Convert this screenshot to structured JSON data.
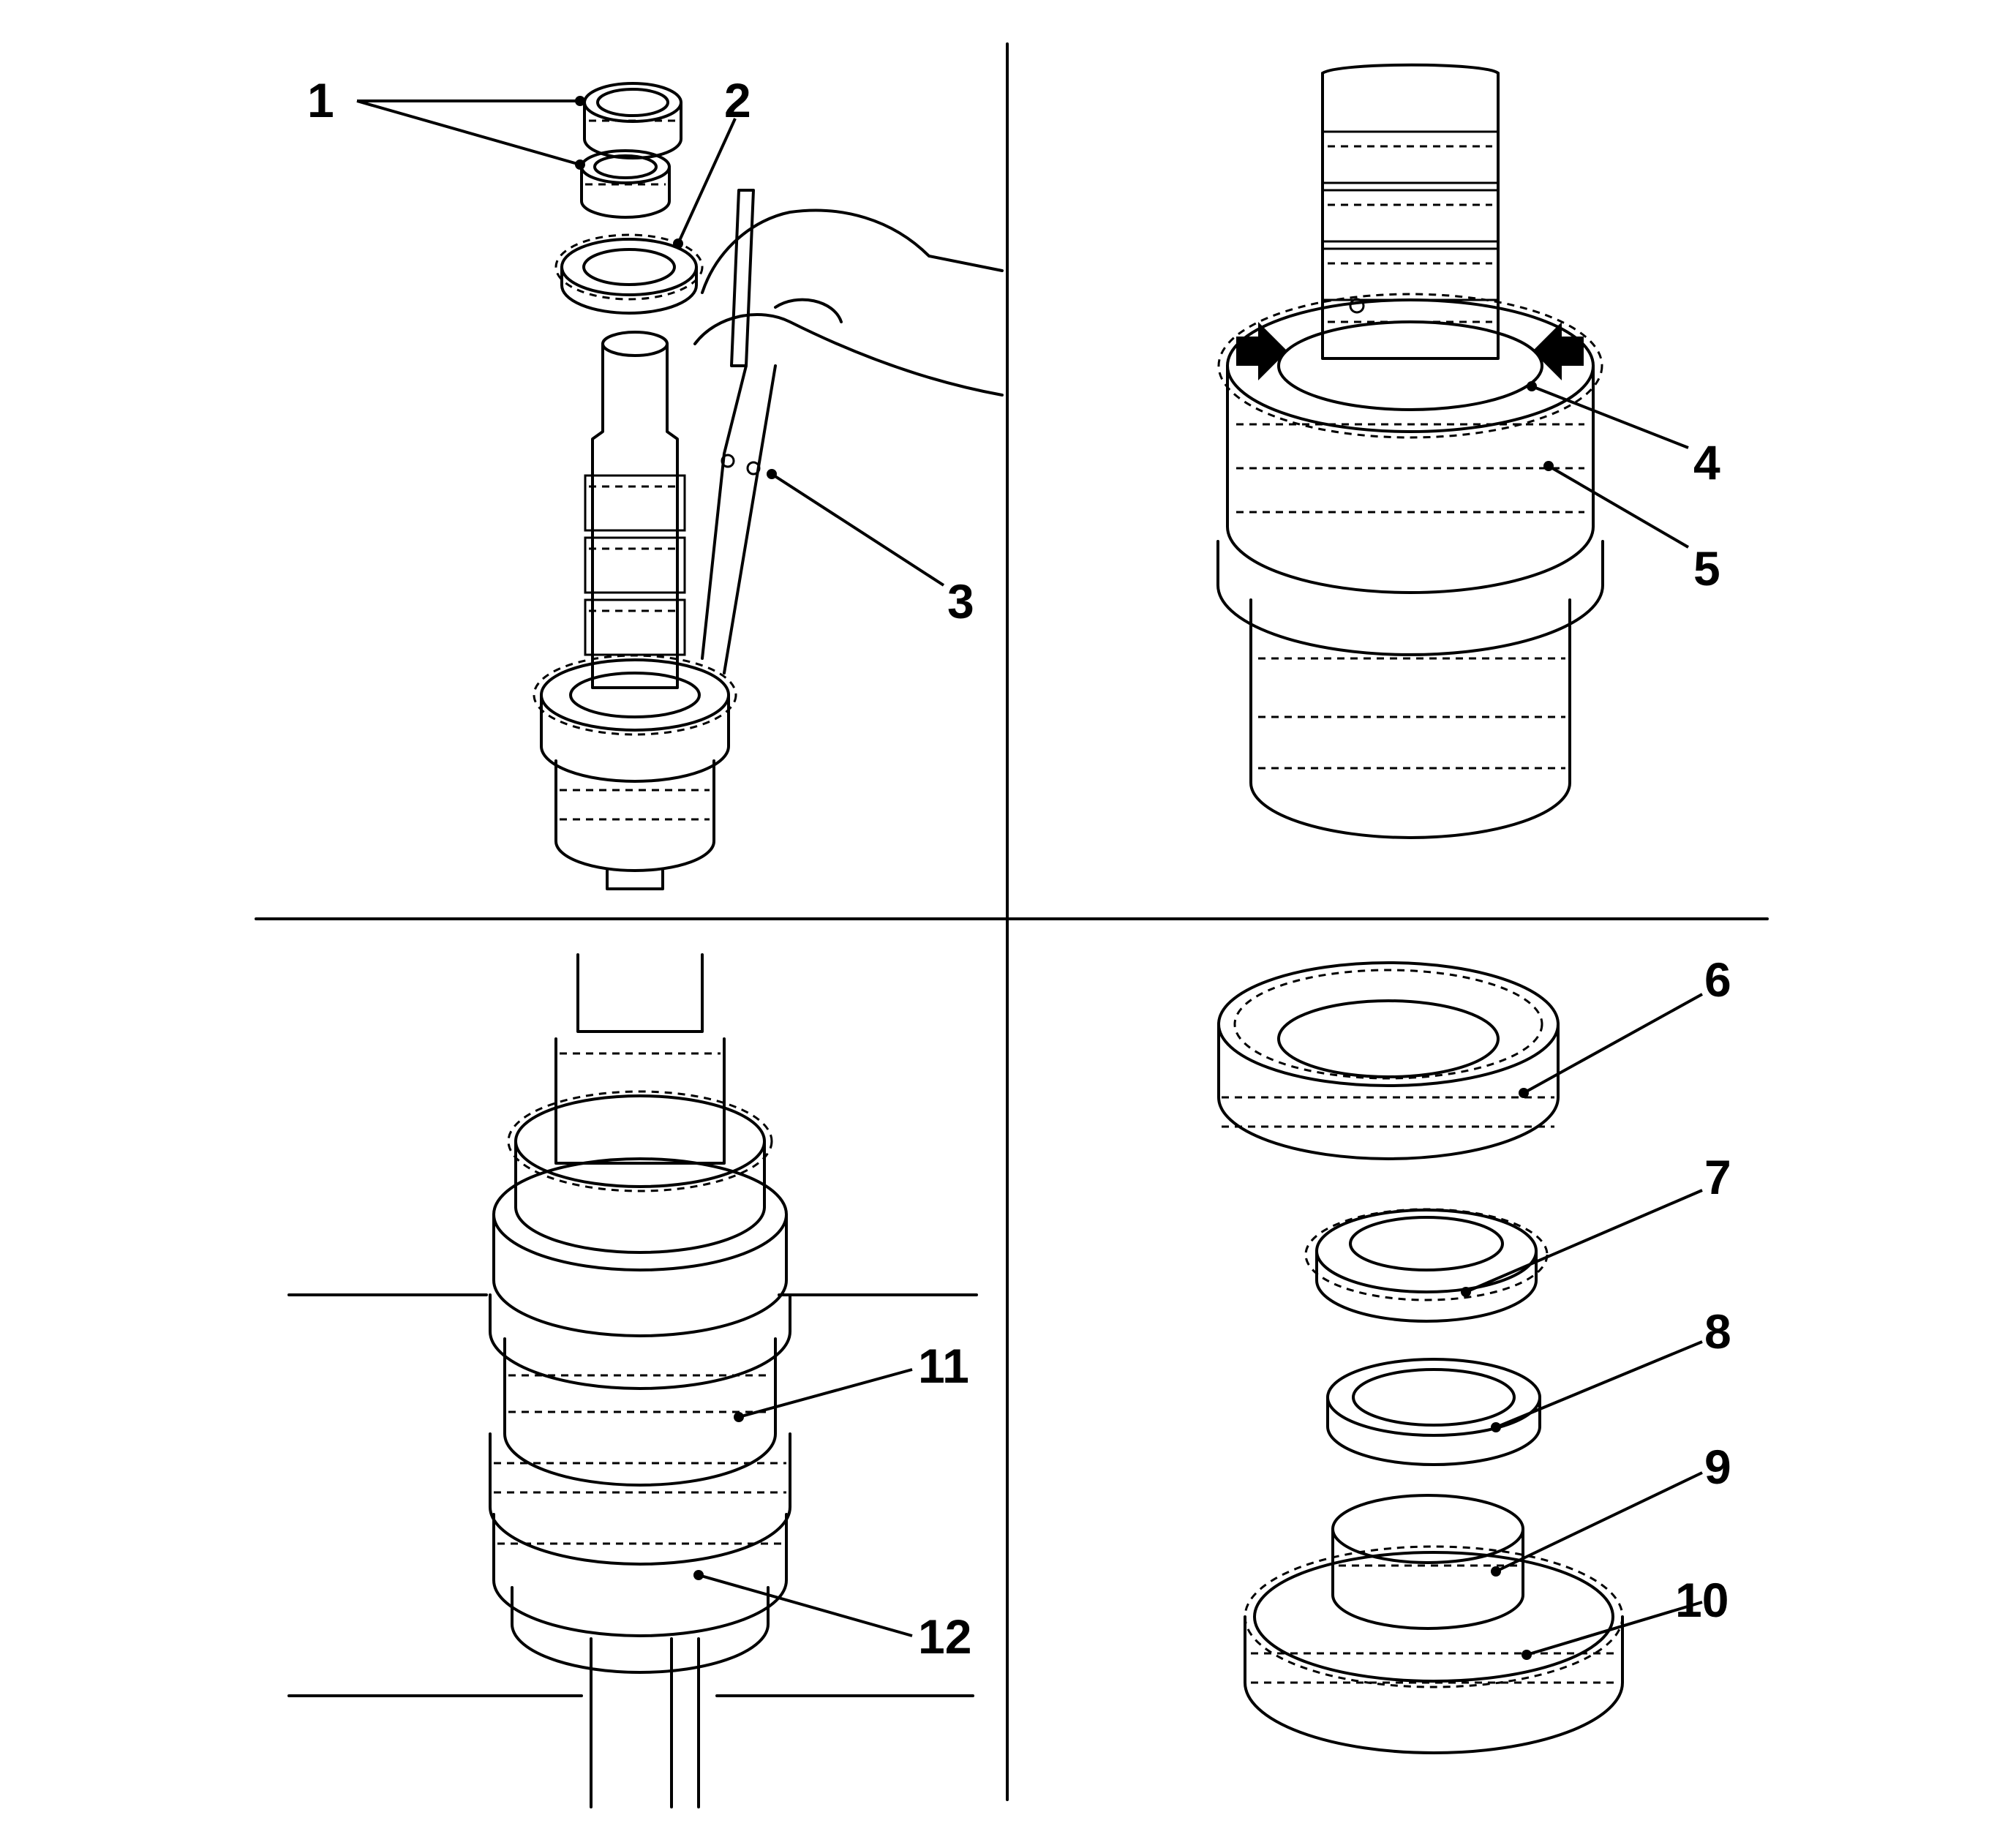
{
  "figure": {
    "kind": "exploded-view service illustration",
    "panels": [
      "top-left",
      "top-right",
      "bottom-left",
      "bottom-right"
    ]
  },
  "callouts": [
    {
      "label": "1"
    },
    {
      "label": "2"
    },
    {
      "label": "3"
    },
    {
      "label": "4"
    },
    {
      "label": "5"
    },
    {
      "label": "6"
    },
    {
      "label": "7"
    },
    {
      "label": "8"
    },
    {
      "label": "9"
    },
    {
      "label": "10"
    },
    {
      "label": "11"
    },
    {
      "label": "12"
    }
  ],
  "colors": {
    "ink": "#000000",
    "paper": "#ffffff"
  }
}
